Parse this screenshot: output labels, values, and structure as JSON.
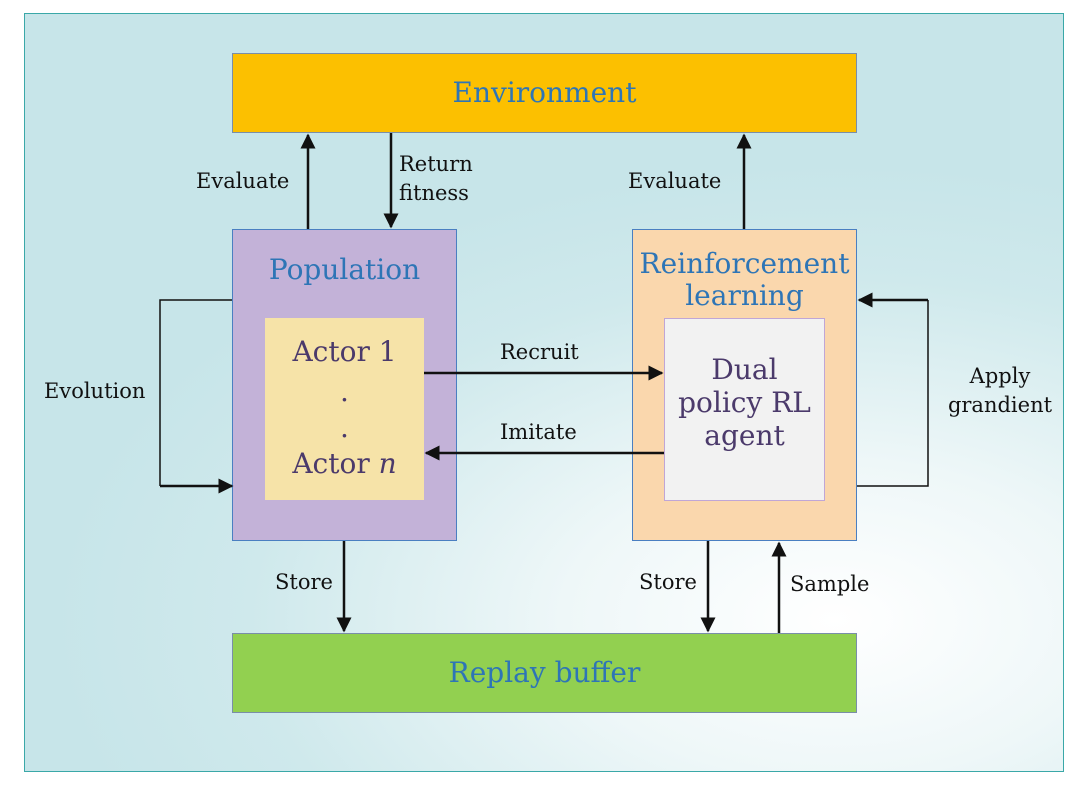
{
  "nodes": {
    "environment": "Environment",
    "population": "Population",
    "actor_first": "Actor 1",
    "actor_dot1": ".",
    "actor_dot2": ".",
    "actor_last_prefix": "Actor",
    "actor_last_var": "n",
    "reinforcement_line1": "Reinforcement",
    "reinforcement_line2": "learning",
    "agent_line1": "Dual",
    "agent_line2": "policy RL",
    "agent_line3": "agent",
    "replay_buffer": "Replay buffer"
  },
  "edges": {
    "evaluate_left": "Evaluate",
    "return_line1": "Return",
    "return_line2": "fitness",
    "evaluate_right": "Evaluate",
    "evolution": "Evolution",
    "recruit": "Recruit",
    "imitate": "Imitate",
    "apply_line1": "Apply",
    "apply_line2": "grandient",
    "store_left": "Store",
    "store_right": "Store",
    "sample": "Sample"
  },
  "colors": {
    "environment": "#fcc000",
    "population": "#c3b2d8",
    "actors": "#f6e3a8",
    "reinforcement": "#fad7ad",
    "agent": "#f2f2f2",
    "replay_buffer": "#92d050",
    "title_text": "#2e75b6",
    "inner_text": "#4b3a6b"
  }
}
